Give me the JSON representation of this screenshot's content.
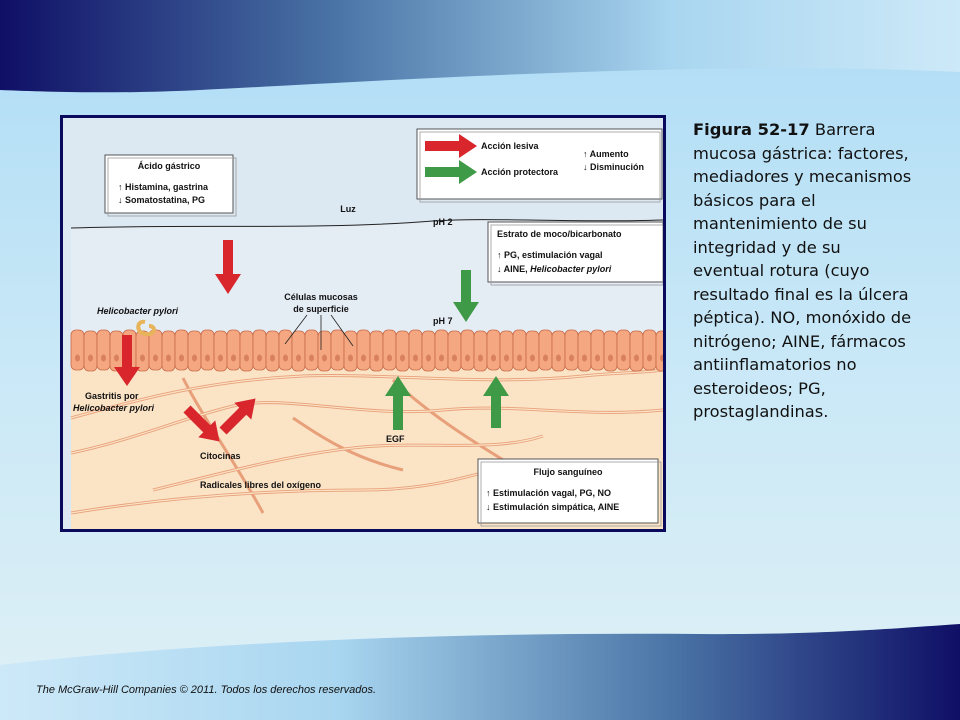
{
  "caption": {
    "figure_number": "Figura 52-17",
    "text": "Barrera mucosa gástrica: factores, mediadores y mecanismos básicos para el mantenimiento de su integridad y de su eventual rotura (cuyo resultado final es la úlcera péptica). NO, monóxido de nitrógeno; AINE, fármacos antiinflamatorios no esteroideos; PG, prostaglandinas."
  },
  "footer": "The McGraw-Hill Companies © 2011. Todos los derechos reservados.",
  "diagram": {
    "legend": {
      "lesiva": "Acción lesiva",
      "protectora": "Acción protectora",
      "aumento": "↑ Aumento",
      "disminucion": "↓ Disminución"
    },
    "acido": {
      "title": "Ácido gástrico",
      "line1": "↑ Histamina, gastrina",
      "line2": "↓ Somatostatina, PG"
    },
    "estrato": {
      "title": "Estrato de moco/bicarbonato",
      "line1": "↑ PG, estimulación vagal",
      "line2_prefix": "↓ AINE, ",
      "line2_italic": "Helicobacter pylori"
    },
    "flujo": {
      "title": "Flujo sanguíneo",
      "line1": "↑ Estimulación vagal, PG, NO",
      "line2": "↓ Estimulación simpática, AINE"
    },
    "labels": {
      "luz": "Luz",
      "ph2": "pH 2",
      "ph7": "pH 7",
      "celulas1": "Células mucosas",
      "celulas2": "de superficie",
      "hpylori": "Helicobacter pylori",
      "gastritis1": "Gastritis por",
      "gastritis2": "Helicobacter pylori",
      "citocinas": "Citocinas",
      "egf": "EGF",
      "radicales": "Radicales libres del oxígeno"
    }
  },
  "colors": {
    "lesiva": "#d8262c",
    "protectora": "#3f9a47",
    "frame": "#0a0a5c",
    "tissue": "#fbe3c6",
    "cells": "#f4a780"
  }
}
